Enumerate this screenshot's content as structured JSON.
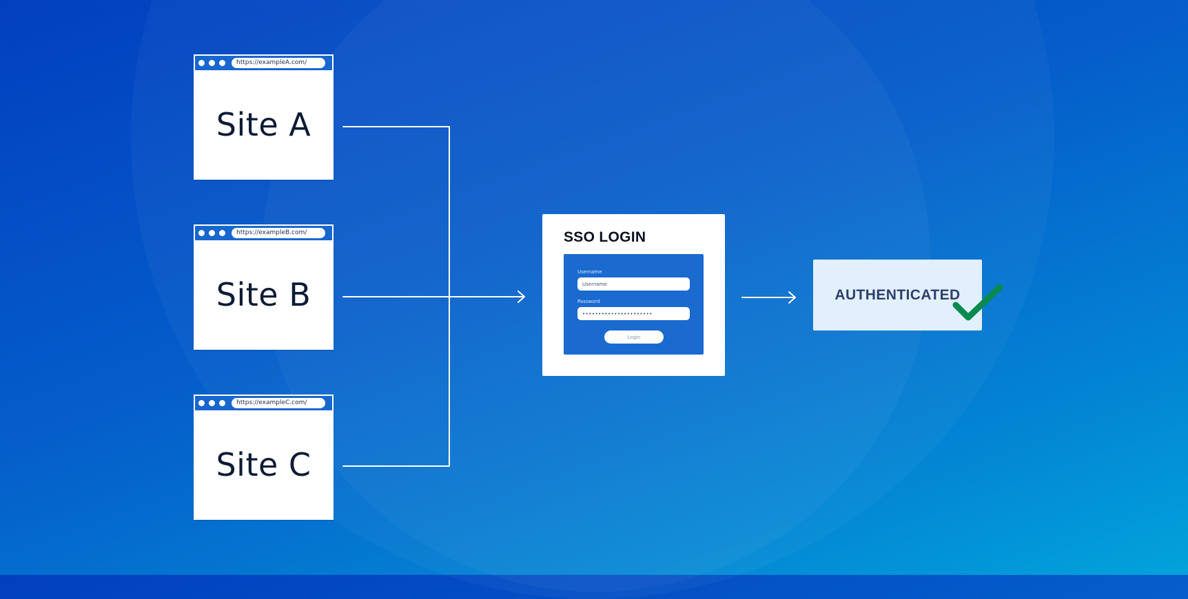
{
  "sites": [
    {
      "url": "https://exampleA.com/",
      "title": "Site A"
    },
    {
      "url": "https://exampleB.com/",
      "title": "Site B"
    },
    {
      "url": "https://exampleC.com/",
      "title": "Site C"
    }
  ],
  "sso": {
    "heading": "SSO LOGIN",
    "username_label": "Username",
    "username_placeholder": "Username",
    "password_label": "Password",
    "password_value": "••••••••••••••••••••••",
    "login_label": "Login"
  },
  "authenticated": {
    "label": "AUTHENTICATED"
  },
  "colors": {
    "background_start": "#023fbf",
    "background_end": "#02a3db",
    "browser_bar": "#1867cf",
    "form_panel": "#1a6ad0",
    "auth_card": "#e2f0fd",
    "auth_text": "#2e3e6c",
    "check": "#0a8a4e"
  },
  "icons": {
    "check": "checkmark-icon",
    "arrow": "arrow-right-icon"
  }
}
